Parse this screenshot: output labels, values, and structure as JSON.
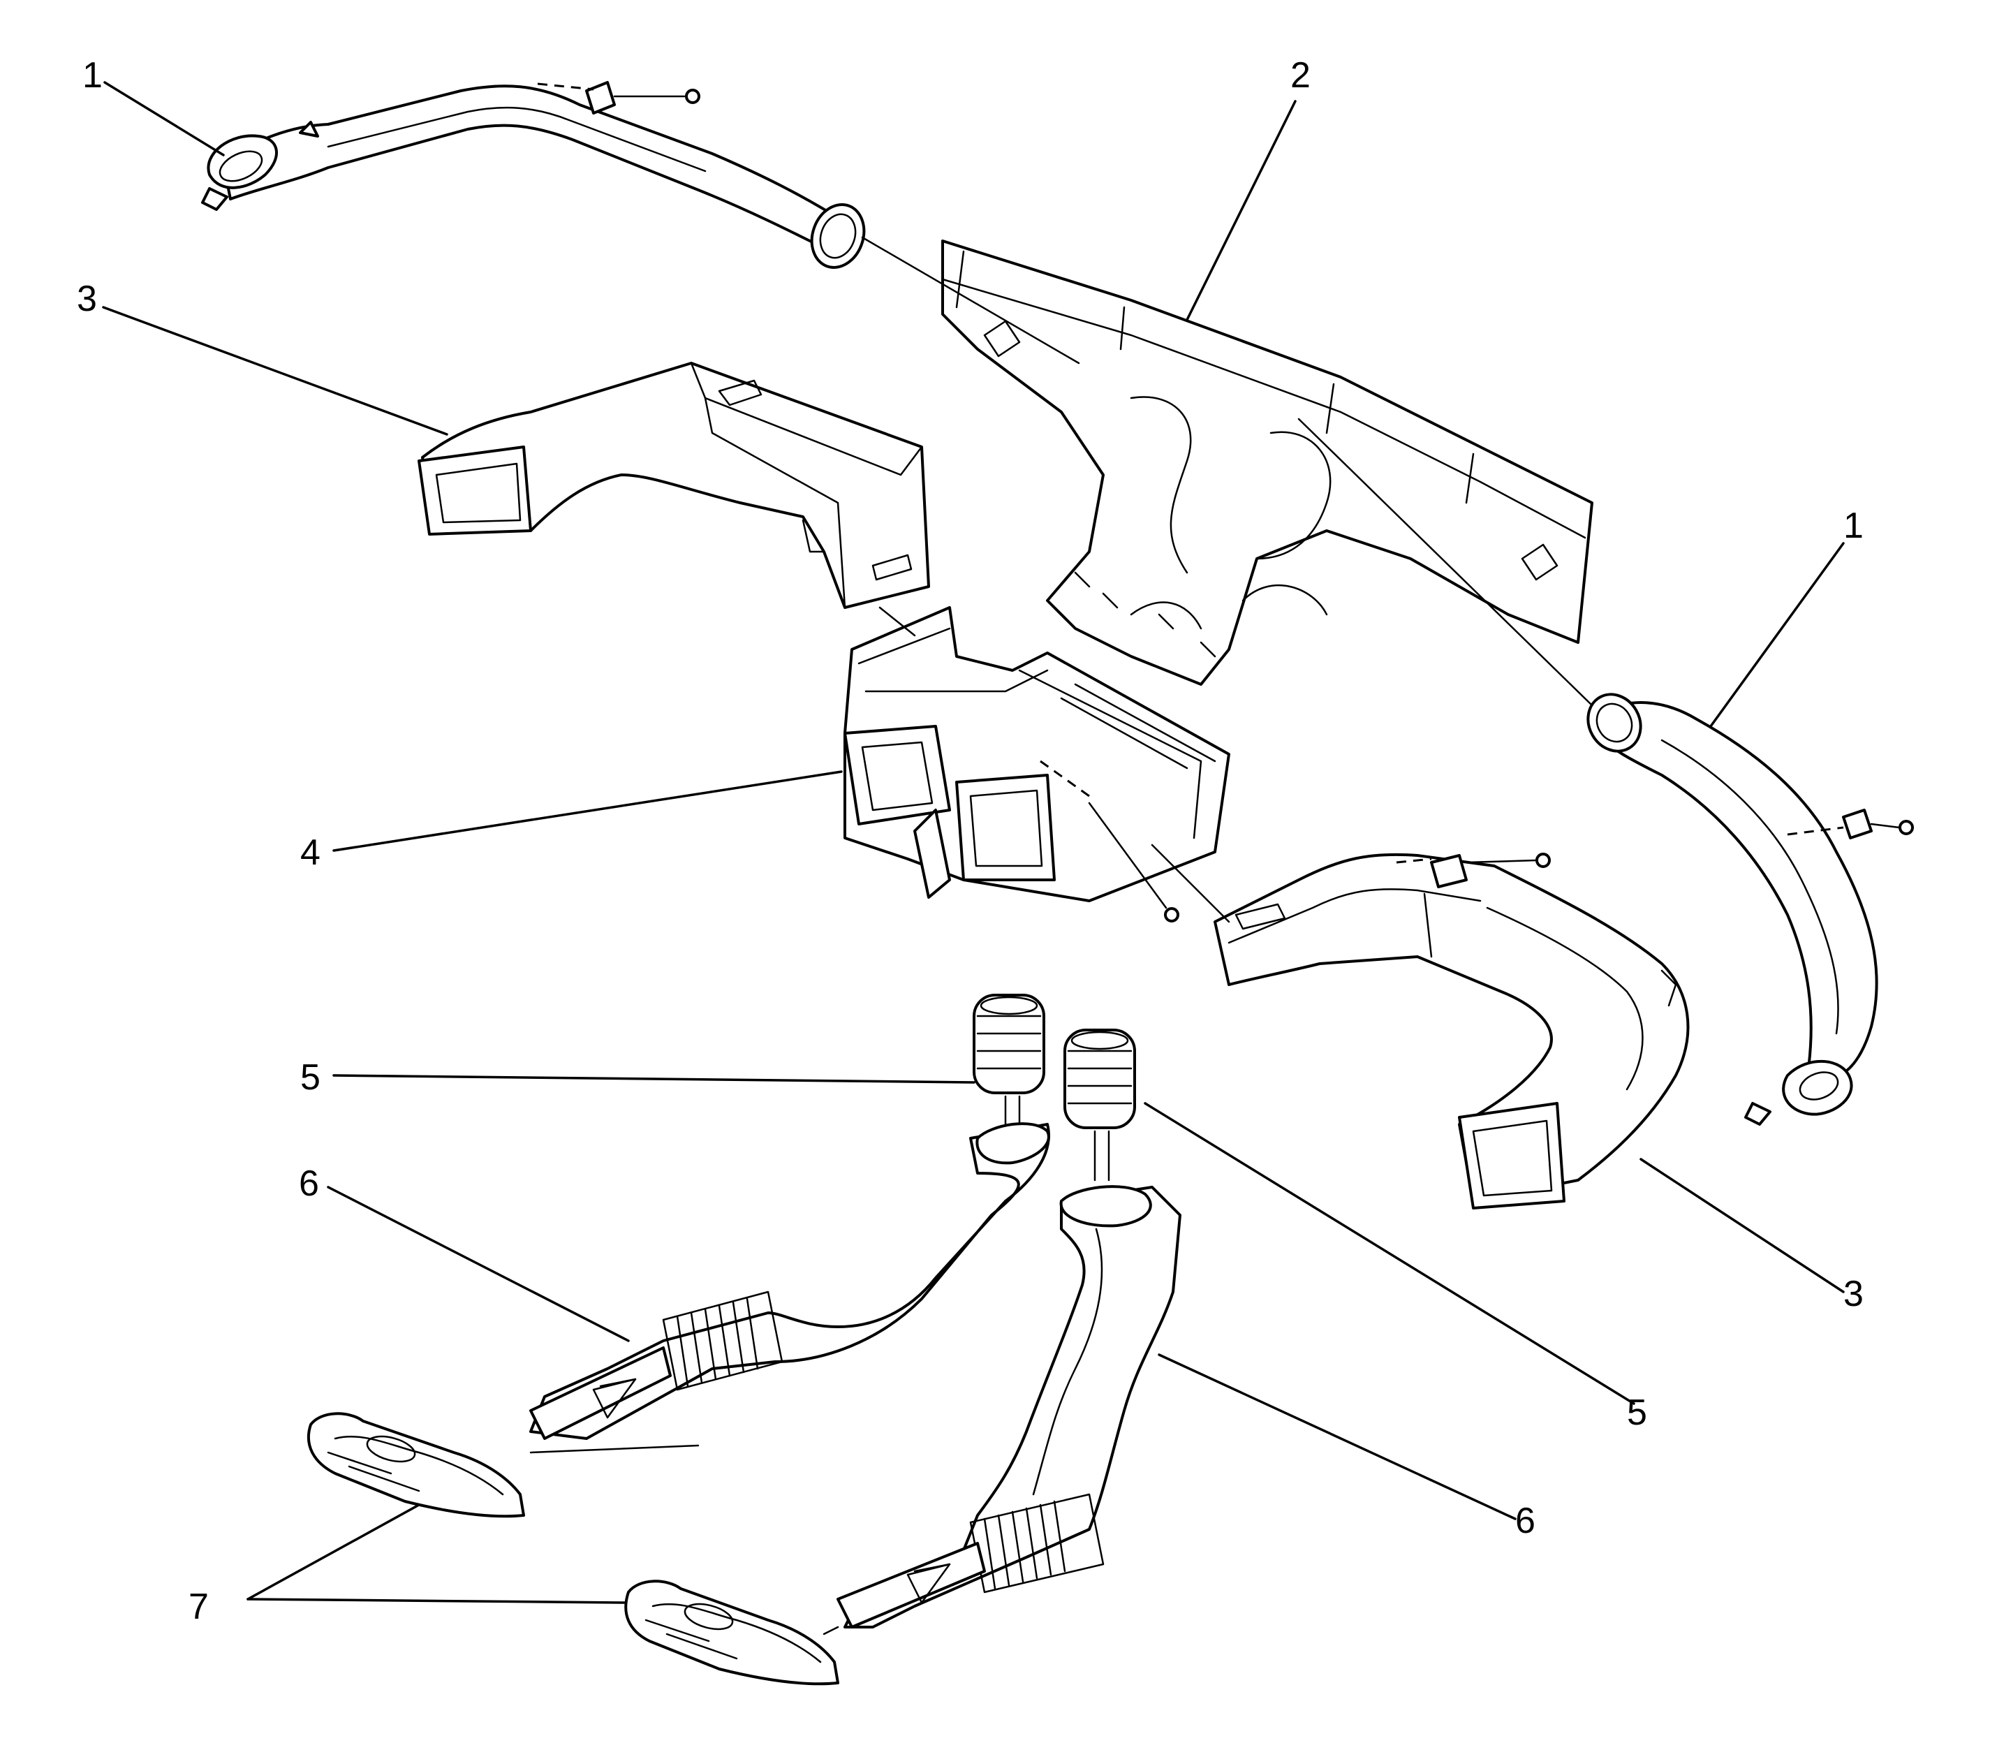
{
  "callouts": [
    {
      "id": "c1a",
      "label": "1"
    },
    {
      "id": "c2",
      "label": "2"
    },
    {
      "id": "c3a",
      "label": "3"
    },
    {
      "id": "c1b",
      "label": "1"
    },
    {
      "id": "c4",
      "label": "4"
    },
    {
      "id": "c5a",
      "label": "5"
    },
    {
      "id": "c6a",
      "label": "6"
    },
    {
      "id": "c3b",
      "label": "3"
    },
    {
      "id": "c5b",
      "label": "5"
    },
    {
      "id": "c6b",
      "label": "6"
    },
    {
      "id": "c7",
      "label": "7"
    }
  ]
}
